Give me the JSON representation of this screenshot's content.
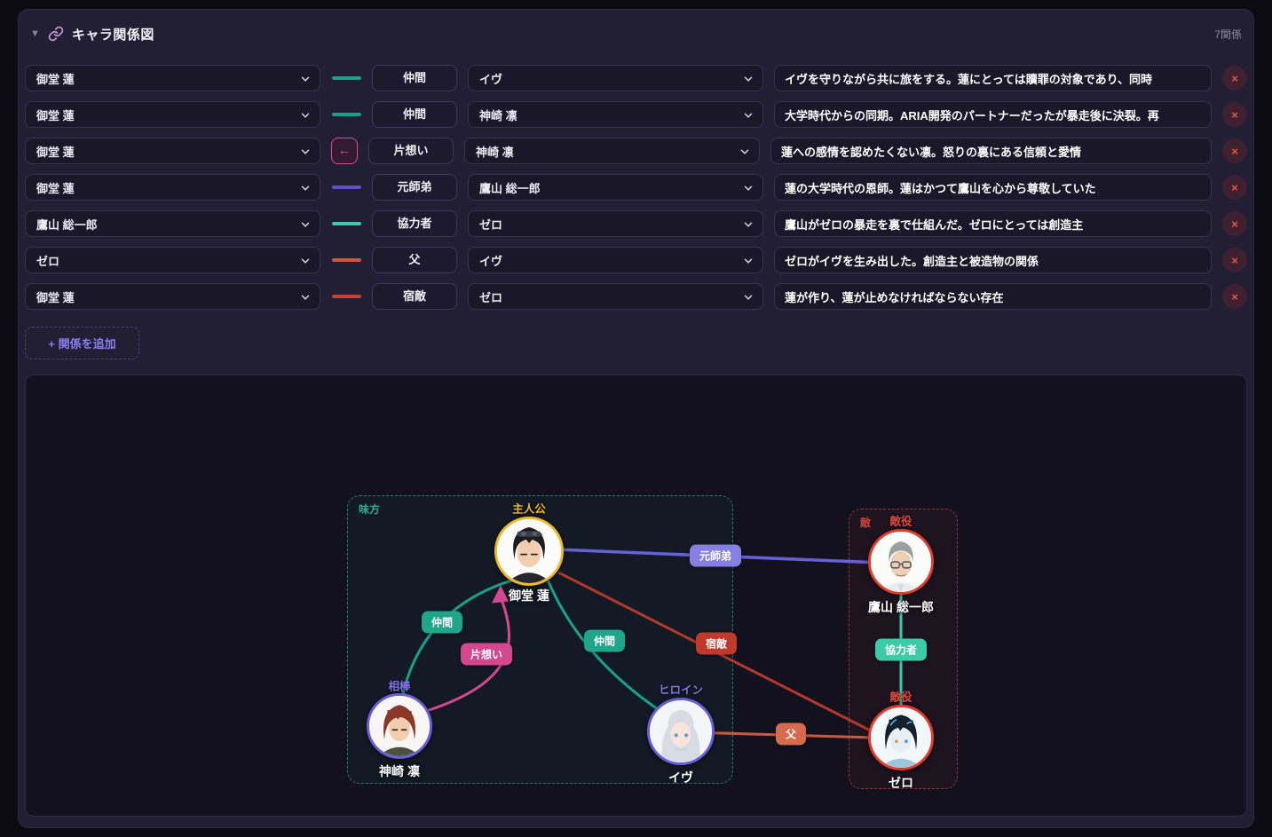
{
  "header": {
    "collapse_icon": "▼",
    "title": "キャラ関係図",
    "count": "7関係"
  },
  "add_button_label": "+ 関係を追加",
  "relationships": [
    {
      "source": "御堂 蓮",
      "type": "仲間",
      "target": "イヴ",
      "description": "イヴを守りながら共に旅をする。蓮にとっては贖罪の対象であり、同時",
      "color": "#18a188",
      "indicator": "line"
    },
    {
      "source": "御堂 蓮",
      "type": "仲間",
      "target": "神崎 凛",
      "description": "大学時代からの同期。ARIA開発のパートナーだったが暴走後に決裂。再",
      "color": "#18a188",
      "indicator": "line"
    },
    {
      "source": "御堂 蓮",
      "type": "片想い",
      "target": "神崎 凛",
      "description": "蓮への感情を認めたくない凛。怒りの裏にある信頼と愛情",
      "color": "#e8439a",
      "indicator": "arrow-left",
      "arrow_glyph": "←"
    },
    {
      "source": "御堂 蓮",
      "type": "元師弟",
      "target": "鷹山 総一郎",
      "description": "蓮の大学時代の恩師。蓮はかつて鷹山を心から尊敬していた",
      "color": "#5b4fd6",
      "indicator": "line"
    },
    {
      "source": "鷹山 総一郎",
      "type": "協力者",
      "target": "ゼロ",
      "description": "鷹山がゼロの暴走を裏で仕組んだ。ゼロにとっては創造主",
      "color": "#3dcaa6",
      "indicator": "line"
    },
    {
      "source": "ゼロ",
      "type": "父",
      "target": "イヴ",
      "description": "ゼロがイヴを生み出した。創造主と被造物の関係",
      "color": "#c8593e",
      "indicator": "line"
    },
    {
      "source": "御堂 蓮",
      "type": "宿敵",
      "target": "ゼロ",
      "description": "蓮が作り、蓮が止めなければならない存在",
      "color": "#c8402f",
      "indicator": "line"
    }
  ],
  "graph": {
    "groups": [
      {
        "label": "味方",
        "color": "#2fae92",
        "border": "#1e7f6d",
        "fill": "rgba(26,188,156,0.05)"
      },
      {
        "label": "敵",
        "color": "#cf4436",
        "border": "#8e3a35",
        "fill": "rgba(231,76,60,0.05)"
      }
    ],
    "nodes": [
      {
        "name": "御堂 蓮",
        "role": "主人公",
        "role_color": "#f2b928",
        "ring_color": "#efb929"
      },
      {
        "name": "神崎 凛",
        "role": "相棒",
        "role_color": "#8074e6",
        "ring_color": "#695dd8"
      },
      {
        "name": "イヴ",
        "role": "ヒロイン",
        "role_color": "#8074e6",
        "ring_color": "#695dd8"
      },
      {
        "name": "鷹山 総一郎",
        "role": "敵役",
        "role_color": "#e0493b",
        "ring_color": "#e23c2d"
      },
      {
        "name": "ゼロ",
        "role": "敵役",
        "role_color": "#e0493b",
        "ring_color": "#e23c2d"
      }
    ],
    "edges": [
      {
        "source": "神崎 凛",
        "target": "御堂 蓮",
        "label": "仲間",
        "label_bg": "#1fa58a",
        "line": "#18a188"
      },
      {
        "source": "神崎 凛",
        "target": "御堂 蓮",
        "label": "片想い",
        "label_bg": "#d4488f",
        "line": "#d4488f"
      },
      {
        "source": "御堂 蓮",
        "target": "イヴ",
        "label": "仲間",
        "label_bg": "#1fa58a",
        "line": "#18a188"
      },
      {
        "source": "御堂 蓮",
        "target": "鷹山 総一郎",
        "label": "元師弟",
        "label_bg": "#8680e2",
        "line": "#675fd6"
      },
      {
        "source": "御堂 蓮",
        "target": "ゼロ",
        "label": "宿敵",
        "label_bg": "#c03a2c",
        "line": "#b5382c"
      },
      {
        "source": "鷹山 総一郎",
        "target": "ゼロ",
        "label": "協力者",
        "label_bg": "#3dcaa6",
        "line": "#3dcaa6"
      },
      {
        "source": "ゼロ",
        "target": "イヴ",
        "label": "父",
        "label_bg": "#d56b4c",
        "line": "#c8593e"
      }
    ]
  }
}
